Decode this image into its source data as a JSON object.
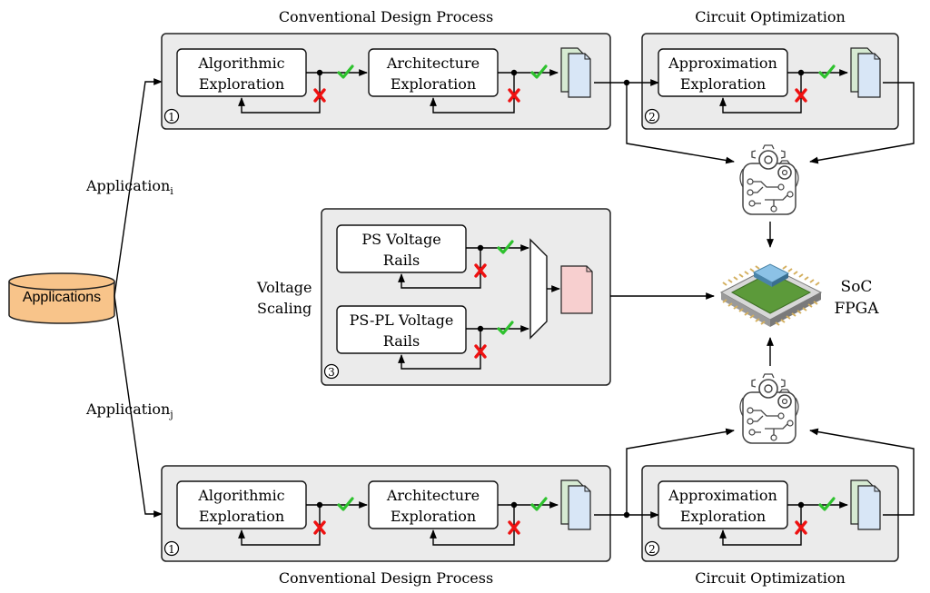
{
  "source": {
    "label": "Applications",
    "color": "#f8c48a"
  },
  "branches": {
    "top_label": "Application",
    "top_sub": "i",
    "bottom_label": "Application",
    "bottom_sub": "j"
  },
  "conventional": {
    "title": "Conventional Design Process",
    "number": "1",
    "steps": [
      {
        "line1": "Algorithmic",
        "line2": "Exploration"
      },
      {
        "line1": "Architecture",
        "line2": "Exploration"
      }
    ]
  },
  "circuit": {
    "title": "Circuit Optimization",
    "number": "2",
    "step": {
      "line1": "Approximation",
      "line2": "Exploration"
    }
  },
  "voltage": {
    "side_label_1": "Voltage",
    "side_label_2": "Scaling",
    "number": "3",
    "steps": [
      {
        "line1": "PS Voltage",
        "line2": "Rails"
      },
      {
        "line1": "PS-PL Voltage",
        "line2": "Rails"
      }
    ]
  },
  "target": {
    "line1": "SoC",
    "line2": "FPGA"
  },
  "colors": {
    "doc_green": "#d6ead2",
    "doc_blue": "#d8e6f6",
    "doc_pink": "#f7cfcf",
    "check": "#2ec22e",
    "cross": "#ee1111",
    "chip": "#5c9a3a"
  },
  "icons": [
    "check-icon",
    "cross-icon",
    "document-icon",
    "gear-circuit-icon",
    "chip-icon",
    "multiplexer-icon",
    "database-icon"
  ]
}
